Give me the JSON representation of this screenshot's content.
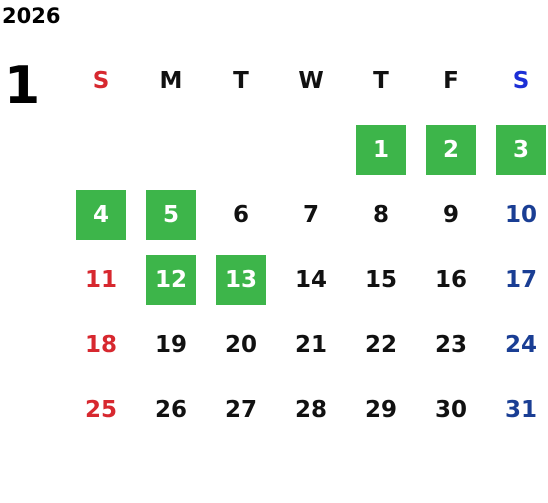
{
  "calendar": {
    "year": "2026",
    "month": "1",
    "weekdays": [
      "S",
      "M",
      "T",
      "W",
      "T",
      "F",
      "S"
    ],
    "first_weekday_index": 4,
    "days": [
      "1",
      "2",
      "3",
      "4",
      "5",
      "6",
      "7",
      "8",
      "9",
      "10",
      "11",
      "12",
      "13",
      "14",
      "15",
      "16",
      "17",
      "18",
      "19",
      "20",
      "21",
      "22",
      "23",
      "24",
      "25",
      "26",
      "27",
      "28",
      "29",
      "30",
      "31"
    ],
    "highlighted_days": [
      "1",
      "2",
      "3",
      "4",
      "5",
      "12",
      "13"
    ],
    "colors": {
      "sunday": "#d7282f",
      "saturday": "#1a3e94",
      "saturday_header": "#1c2fd6",
      "highlight_bg": "#3db54a",
      "highlight_text": "#ffffff",
      "weekday": "#111111"
    }
  }
}
